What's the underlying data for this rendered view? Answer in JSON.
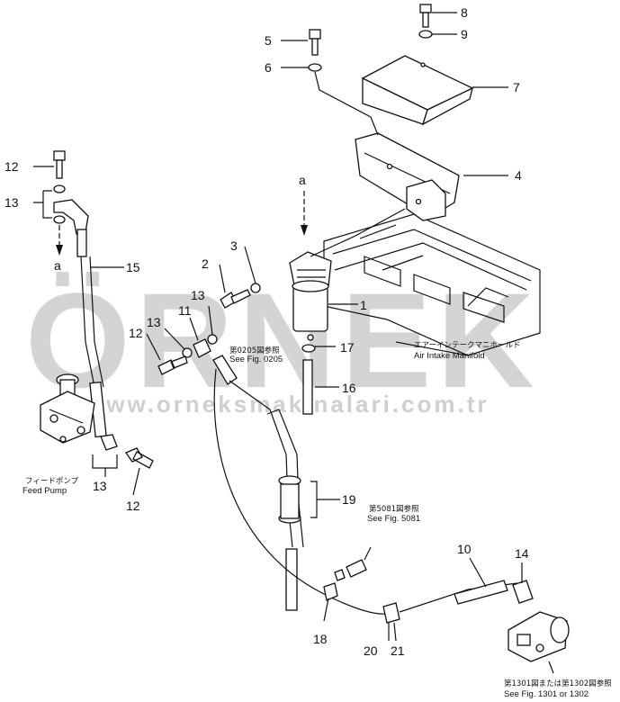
{
  "watermark": {
    "brand": "ÖRNEK",
    "url": "www.orneksmakinalari.com.tr"
  },
  "view_markers": {
    "top": "a",
    "left": "a"
  },
  "callouts": [
    {
      "id": "c1",
      "label": "1"
    },
    {
      "id": "c2",
      "label": "2"
    },
    {
      "id": "c3",
      "label": "3"
    },
    {
      "id": "c4",
      "label": "4"
    },
    {
      "id": "c5",
      "label": "5"
    },
    {
      "id": "c6",
      "label": "6"
    },
    {
      "id": "c7",
      "label": "7"
    },
    {
      "id": "c8",
      "label": "8"
    },
    {
      "id": "c9",
      "label": "9"
    },
    {
      "id": "c10",
      "label": "10"
    },
    {
      "id": "c11",
      "label": "11"
    },
    {
      "id": "c12a",
      "label": "12"
    },
    {
      "id": "c12b",
      "label": "12"
    },
    {
      "id": "c12c",
      "label": "12"
    },
    {
      "id": "c13a",
      "label": "13"
    },
    {
      "id": "c13b",
      "label": "13"
    },
    {
      "id": "c13c",
      "label": "13"
    },
    {
      "id": "c13d",
      "label": "13"
    },
    {
      "id": "c14",
      "label": "14"
    },
    {
      "id": "c15",
      "label": "15"
    },
    {
      "id": "c16",
      "label": "16"
    },
    {
      "id": "c17",
      "label": "17"
    },
    {
      "id": "c18",
      "label": "18"
    },
    {
      "id": "c19",
      "label": "19"
    },
    {
      "id": "c20",
      "label": "20"
    },
    {
      "id": "c21",
      "label": "21"
    }
  ],
  "annotations": {
    "manifold_jp": "エアーインテークマニホールド",
    "manifold_en": "Air Intake Manifold",
    "fig0205_jp": "第0205図参照",
    "fig0205_en": "See Fig. 0205",
    "fig5081_jp": "第5081図参照",
    "fig5081_en": "See Fig. 5081",
    "feedpump_jp": "フィードポンプ",
    "feedpump_en": "Feed Pump",
    "fig1301_jp": "第1301図または第1302図参照",
    "fig1301_en": "See Fig. 1301 or 1302"
  }
}
